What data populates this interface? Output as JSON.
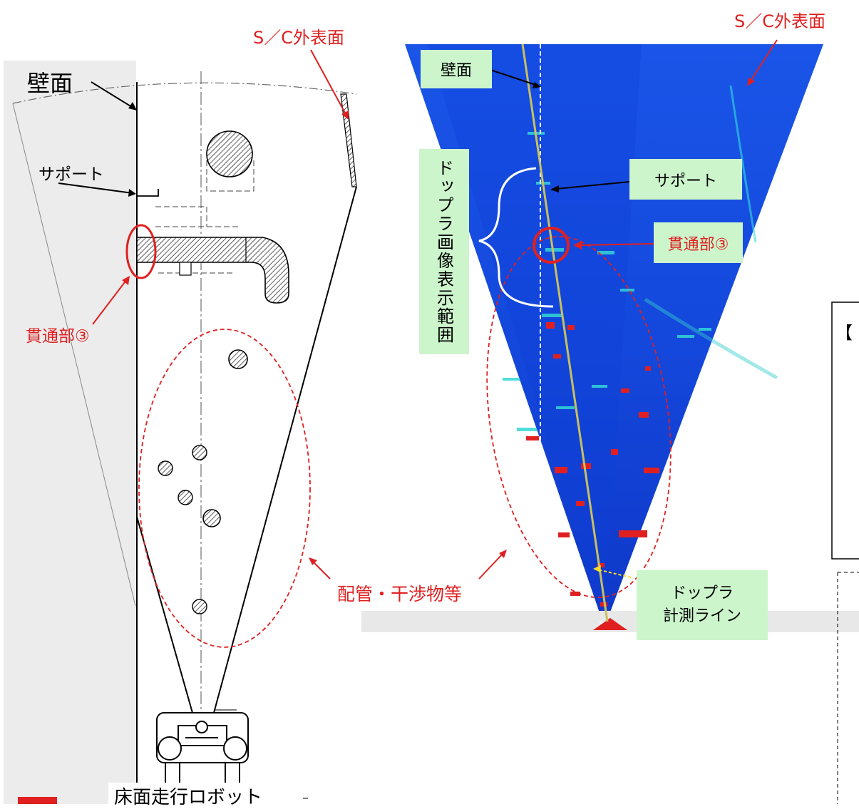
{
  "colors": {
    "annotation_red": "#e02020",
    "label_green": "#ccf5cc",
    "sonar_blue": "#1144dd",
    "doppler_line": "#c8c060"
  },
  "left_diagram": {
    "sc_outer_label": "S／C外表面",
    "wall_label": "壁面",
    "support_label": "サポート",
    "penetration_label": "貫通部③",
    "robot_label": "床面走行ロボット"
  },
  "center_labels": {
    "piping_label": "配管・干渉物等"
  },
  "right_image": {
    "sc_outer_label": "S／C外表面",
    "wall_label": "壁面",
    "doppler_range_label": "ドップラ画像表示範囲",
    "support_label": "サポート",
    "penetration_label": "貫通部③",
    "doppler_line_label_1": "ドップラ",
    "doppler_line_label_2": "計測ライン"
  },
  "cutoff_panel": {
    "bracket_text": "【"
  }
}
